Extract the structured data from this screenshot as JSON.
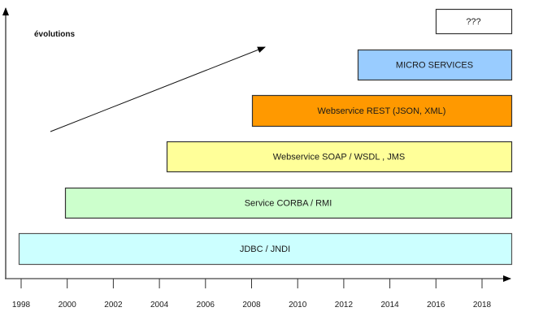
{
  "diagram": {
    "title": "évolutions",
    "x_axis": {
      "ticks": [
        "1998",
        "2000",
        "2002",
        "2004",
        "2006",
        "2008",
        "2010",
        "2012",
        "2014",
        "2016",
        "2018"
      ],
      "start_year": 1998,
      "end_year": 2018
    },
    "layers": [
      {
        "label": "JDBC / JNDI",
        "from": 1997.9,
        "color": "#ccffff",
        "border": "#555555"
      },
      {
        "label": "Service CORBA / RMI",
        "from": 1999.9,
        "color": "#ccffcc",
        "border": "#333333"
      },
      {
        "label": "Webservice SOAP / WSDL , JMS",
        "from": 2004.3,
        "color": "#ffff99",
        "border": "#333333"
      },
      {
        "label": "Webservice REST (JSON, XML)",
        "from": 2008.0,
        "color": "#ff9900",
        "border": "#333333"
      },
      {
        "label": "MICRO SERVICES",
        "from": 2012.6,
        "color": "#99ccff",
        "border": "#333333"
      },
      {
        "label": "???",
        "from": 2016.0,
        "color": "#ffffff",
        "border": "#333333"
      }
    ],
    "trend_arrow": "evolution-trend"
  }
}
